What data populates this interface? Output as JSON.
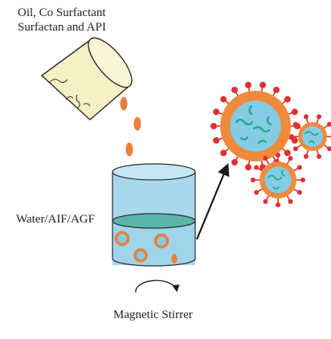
{
  "labels": {
    "top_line1": "Oil, Co Surfactant",
    "top_line2": "Surfactan and API",
    "water": "Water/AIF/AGF",
    "stirrer": "Magnetic Stirrer"
  },
  "colors": {
    "beaker_liquid": "#9fd4ea",
    "beaker_top": "#5bb6a8",
    "cup_fill": "#f7f0c4",
    "droplet_orange": "#ef7d3a",
    "micelle_core": "#82cce6",
    "micelle_ring": "#ef8a3c",
    "surfactant_head": "#e0302f",
    "api_strand": "#2aa58a",
    "outline": "#2b2b2b"
  },
  "icons": {
    "stir_arrow": "curved-arrow-icon",
    "transfer_arrow": "arrow-icon"
  }
}
